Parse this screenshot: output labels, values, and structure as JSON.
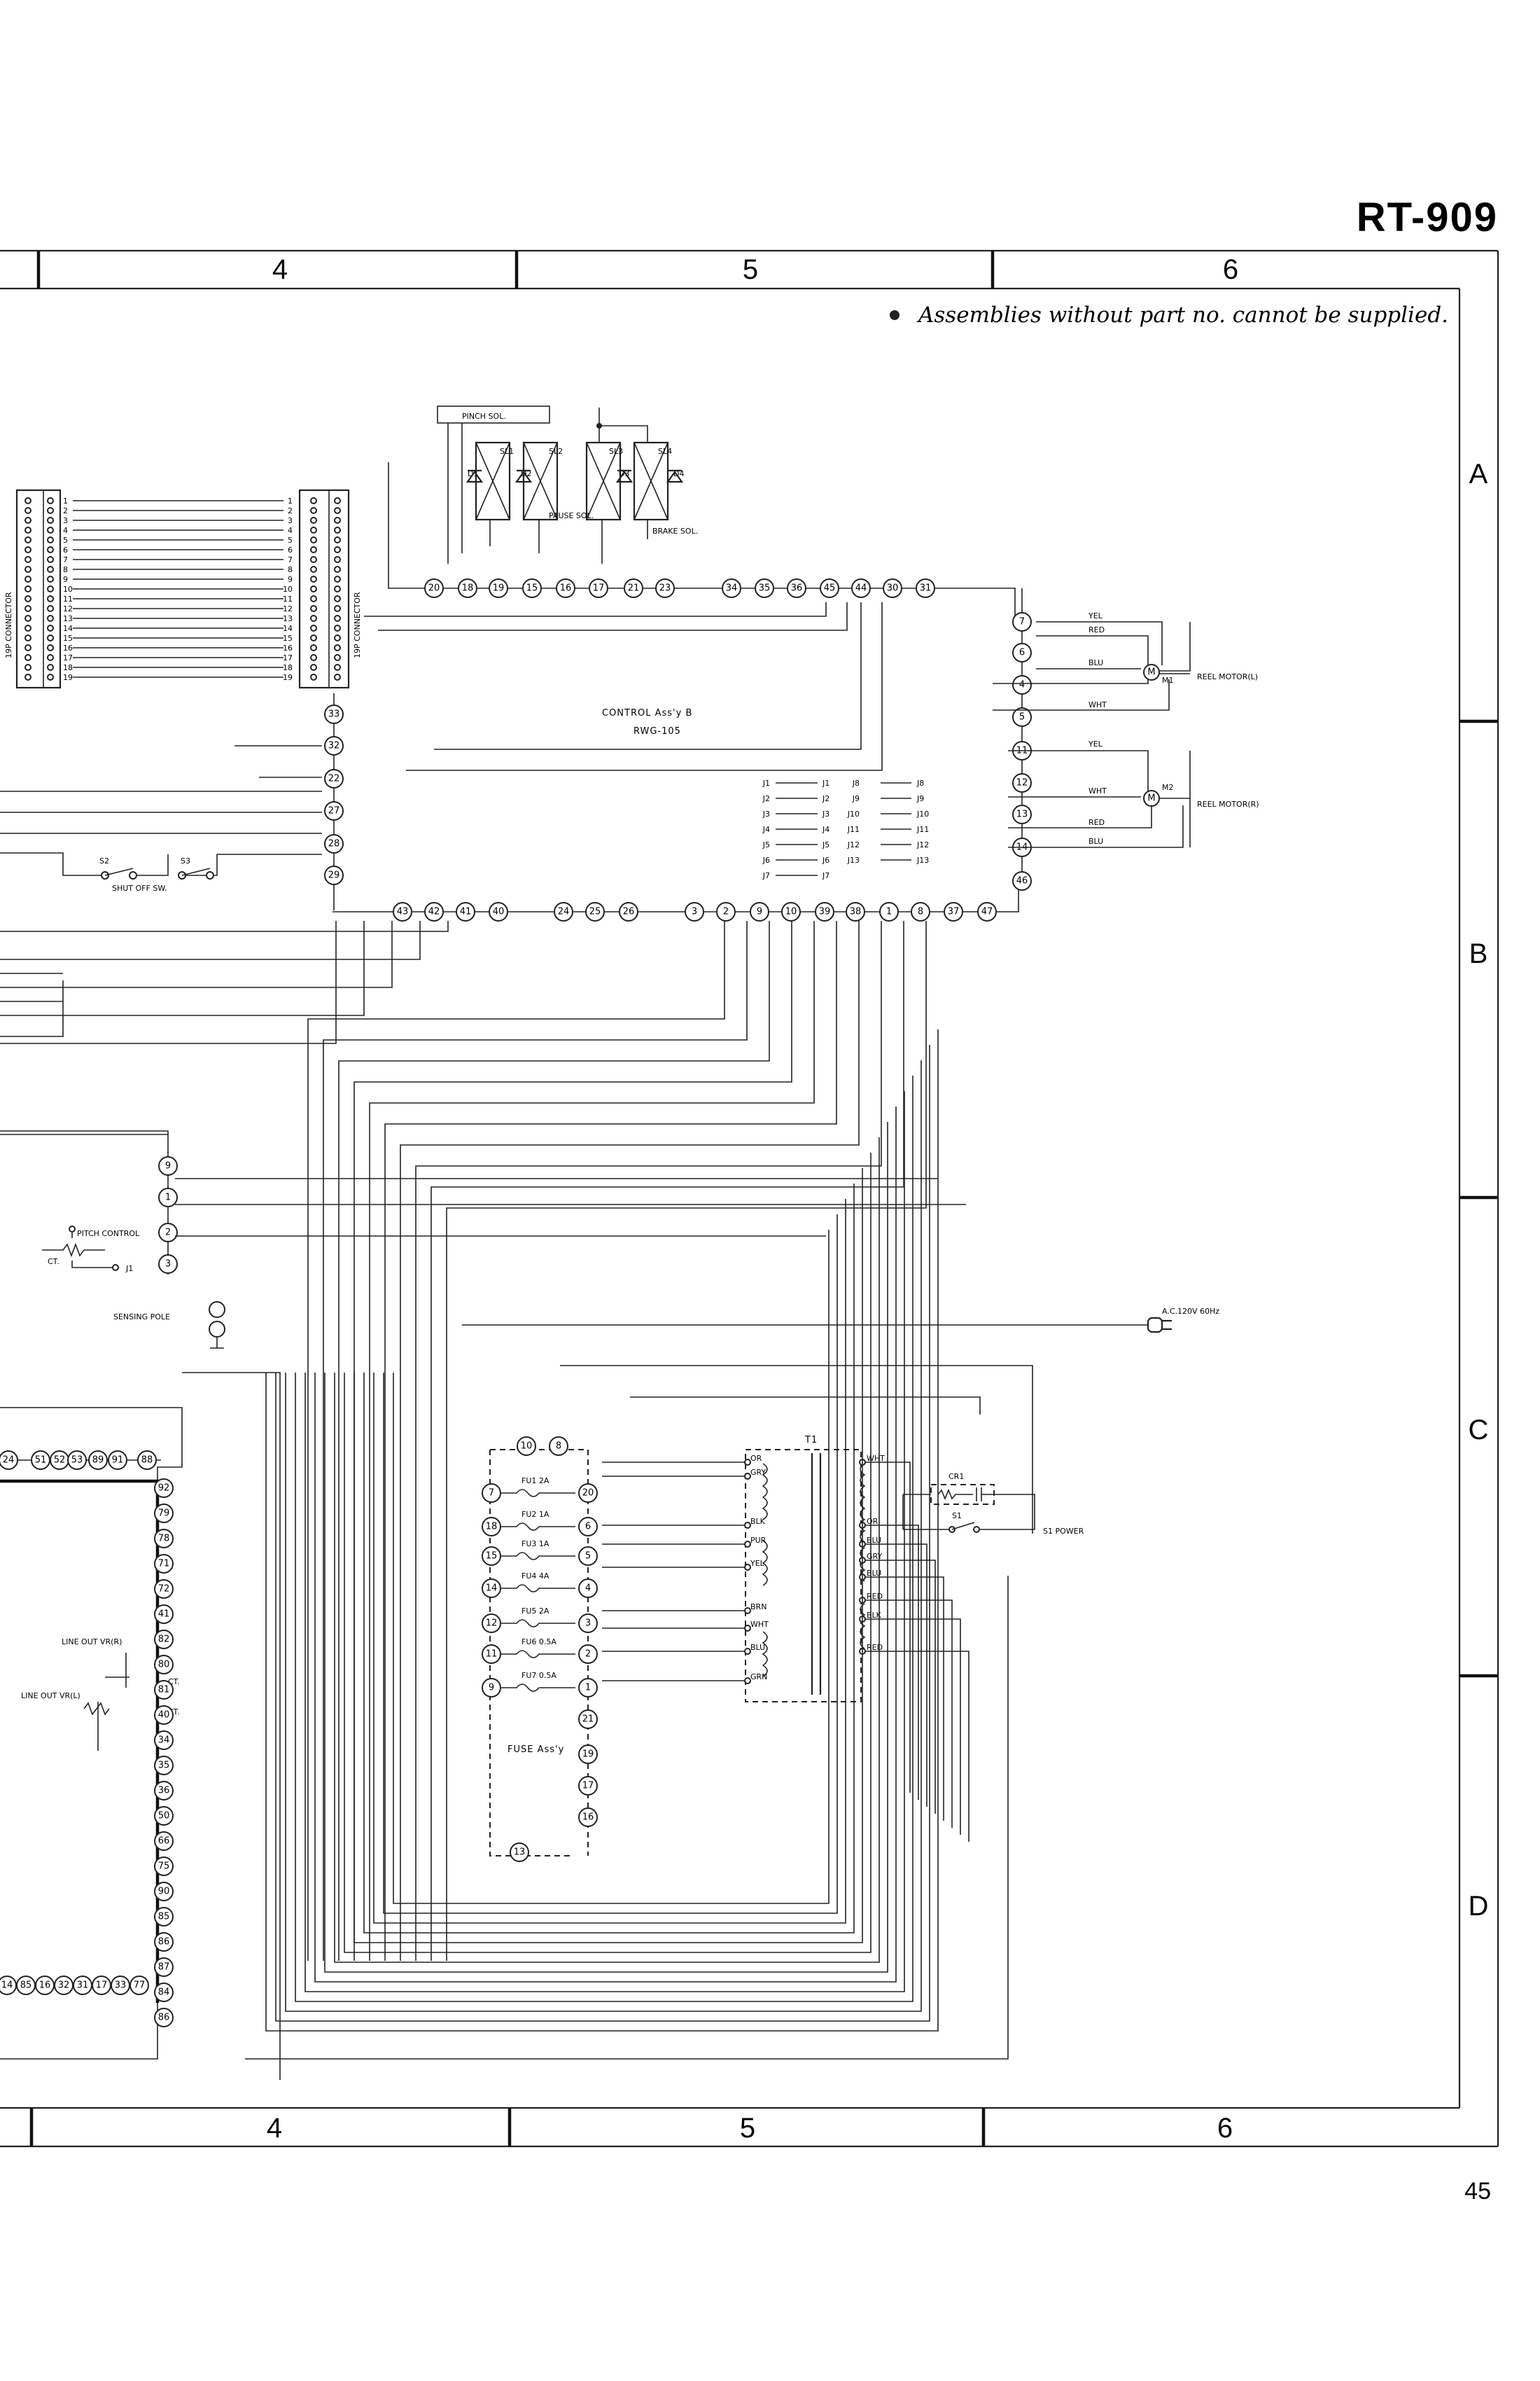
{
  "model": "RT-909",
  "grid_columns": [
    "4",
    "5",
    "6"
  ],
  "grid_rows": [
    "A",
    "B",
    "C",
    "D"
  ],
  "note": "Assemblies without part no. cannot be supplied.",
  "page_number": "45",
  "labels": {
    "pinch_sol": "PINCH SOL.",
    "pause_sol": "PAUSE SOL.",
    "brake_sol": "BRAKE SOL.",
    "sl1": "SL1",
    "sl2": "SL2",
    "sl3": "SL3",
    "sl4": "SL4",
    "d1": "D1",
    "d2": "D2",
    "d3": "D3",
    "d4": "D4",
    "connector_left": "19P CONNECTOR",
    "connector_right": "19P CONNECTOR",
    "control_assy": "CONTROL Ass'y B",
    "control_part": "RWG-105",
    "reel_motor_l": "REEL MOTOR(L)",
    "reel_motor_r": "REEL MOTOR(R)",
    "m1": "M1",
    "m2": "M2",
    "m": "M",
    "shut_off_sw": "SHUT OFF SW.",
    "s2": "S2",
    "s3": "S3",
    "pitch_control": "PITCH CONTROL",
    "ct": "CT.",
    "j1_short": "J1",
    "sensing_pole": "SENSING POLE",
    "ac_input": "A.C.120V 60Hz",
    "t1": "T1",
    "cr1": "CR1",
    "s1": "S1",
    "s1_power": "S1 POWER",
    "fuse_assy": "FUSE Ass'y",
    "line_out_r": "LINE OUT VR(R)",
    "line_out_l": "LINE OUT VR(L)"
  },
  "motor_l_wires": [
    "YEL",
    "RED",
    "BLU",
    "WHT"
  ],
  "motor_r_wires": [
    "YEL",
    "WHT",
    "RED",
    "BLU"
  ],
  "jumpers": [
    [
      "J1",
      "J1",
      "J8",
      "J8"
    ],
    [
      "J2",
      "J2",
      "J9",
      "J9"
    ],
    [
      "J3",
      "J3",
      "J10",
      "J10"
    ],
    [
      "J4",
      "J4",
      "J11",
      "J11"
    ],
    [
      "J5",
      "J5",
      "J12",
      "J12"
    ],
    [
      "J6",
      "J6",
      "J13",
      "J13"
    ],
    [
      "J7",
      "J7",
      "",
      ""
    ]
  ],
  "fuses": [
    {
      "name": "FU1",
      "rating": "2A"
    },
    {
      "name": "FU2",
      "rating": "1A"
    },
    {
      "name": "FU3",
      "rating": "1A"
    },
    {
      "name": "FU4",
      "rating": "4A"
    },
    {
      "name": "FU5",
      "rating": "2A"
    },
    {
      "name": "FU6",
      "rating": "0.5A"
    },
    {
      "name": "FU7",
      "rating": "0.5A"
    }
  ],
  "fuse_left_terms": [
    "7",
    "18",
    "15",
    "14",
    "12",
    "11",
    "9"
  ],
  "fuse_right_terms": [
    "20",
    "6",
    "5",
    "4",
    "3",
    "2",
    "1"
  ],
  "fuse_extra_terms": [
    "21",
    "19",
    "17",
    "16"
  ],
  "fuse_top_terms": [
    "10",
    "8"
  ],
  "fuse_bottom_term": "13",
  "transformer_primary": [
    "OR",
    "GRY",
    "BLK",
    "PUR",
    "YEL",
    "BRN",
    "WHT",
    "BLU",
    "GRN"
  ],
  "transformer_secondary": [
    "WHT",
    "OR",
    "BLU",
    "GRY",
    "BLU",
    "RED",
    "BLK",
    "RED"
  ],
  "top_bus_terms": [
    "20",
    "18",
    "19",
    "15",
    "16",
    "17",
    "21",
    "23",
    "34",
    "35",
    "36",
    "45",
    "44",
    "30",
    "31"
  ],
  "mid_bus_terms": [
    "43",
    "42",
    "41",
    "40",
    "24",
    "25",
    "26",
    "3",
    "2",
    "9",
    "10",
    "39",
    "38",
    "1",
    "8",
    "37",
    "47"
  ],
  "right_col_terms": [
    "7",
    "6",
    "4",
    "5",
    "11",
    "12",
    "13",
    "14",
    "46"
  ],
  "left_col_terms": [
    "33",
    "32",
    "22",
    "27",
    "28",
    "29"
  ],
  "pitch_terms": [
    "9",
    "1",
    "2",
    "3"
  ],
  "connector_pins": [
    "1",
    "2",
    "3",
    "4",
    "5",
    "6",
    "7",
    "8",
    "9",
    "10",
    "11",
    "12",
    "13",
    "14",
    "15",
    "16",
    "17",
    "18",
    "19"
  ],
  "amp_top_terms": [
    "24",
    "51",
    "52",
    "53",
    "89",
    "91",
    "88"
  ],
  "amp_col_terms": [
    "92",
    "79",
    "78",
    "71",
    "72",
    "41",
    "82",
    "80",
    "81",
    "40",
    "34",
    "35",
    "36",
    "50",
    "66",
    "75",
    "90",
    "85",
    "86",
    "87",
    "84",
    "86"
  ],
  "amp_bottom_terms": [
    "14",
    "85",
    "16",
    "32",
    "31",
    "17",
    "33",
    "77"
  ]
}
